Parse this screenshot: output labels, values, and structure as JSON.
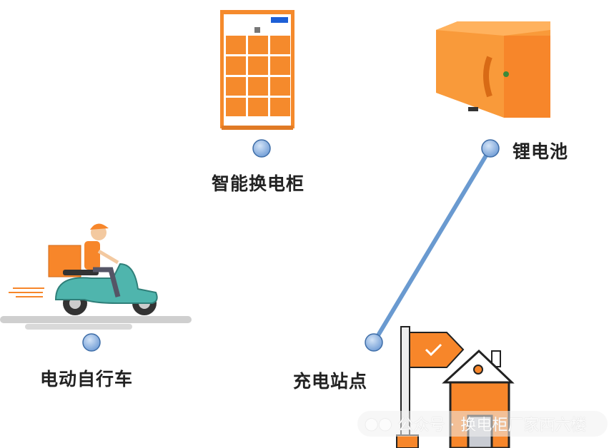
{
  "labels": {
    "cabinet": "智能换电柜",
    "battery": "锂电池",
    "bike": "电动自行车",
    "station": "充电站点"
  },
  "watermark": {
    "prefix": "公众号 ·",
    "account": "换电柜厂家西六楼"
  },
  "colors": {
    "orange": "#f7862a",
    "line": "#6f9fd4",
    "node": "#8fb2e0",
    "teal": "#4fb5ad"
  }
}
